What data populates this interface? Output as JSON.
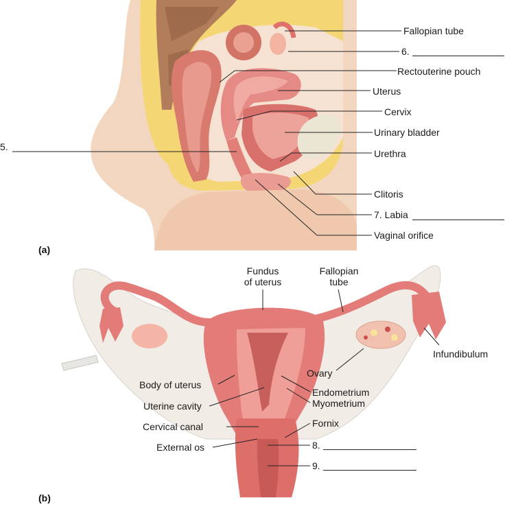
{
  "panels": {
    "a": "(a)",
    "b": "(b)"
  },
  "labels_a": {
    "fallopian_tube": "Fallopian tube",
    "num6": "6.",
    "rectouterine_pouch": "Rectouterine pouch",
    "uterus": "Uterus",
    "cervix": "Cervix",
    "urinary_bladder": "Urinary bladder",
    "num5": "5.",
    "urethra": "Urethra",
    "clitoris": "Clitoris",
    "num7_labia": "7. Labia",
    "vaginal_orifice": "Vaginal orifice"
  },
  "labels_b": {
    "fundus_line1": "Fundus",
    "fundus_line2": "of uterus",
    "fallopian_line1": "Fallopian",
    "fallopian_line2": "tube",
    "infundibulum": "Infundibulum",
    "ovary": "Ovary",
    "body_of_uterus": "Body of uterus",
    "endometrium": "Endometrium",
    "myometrium": "Myometrium",
    "uterine_cavity": "Uterine cavity",
    "cervical_canal": "Cervical canal",
    "fornix": "Fornix",
    "external_os": "External os",
    "num8": "8.",
    "num9": "9."
  },
  "colors": {
    "skin": "#f3d2b8",
    "fat": "#f2d36b",
    "muscle": "#d9706a",
    "mucosa": "#e98a87",
    "bladder": "#e9e4d2",
    "ligament": "#f1ece7",
    "ovary": "#f4b5a6"
  }
}
